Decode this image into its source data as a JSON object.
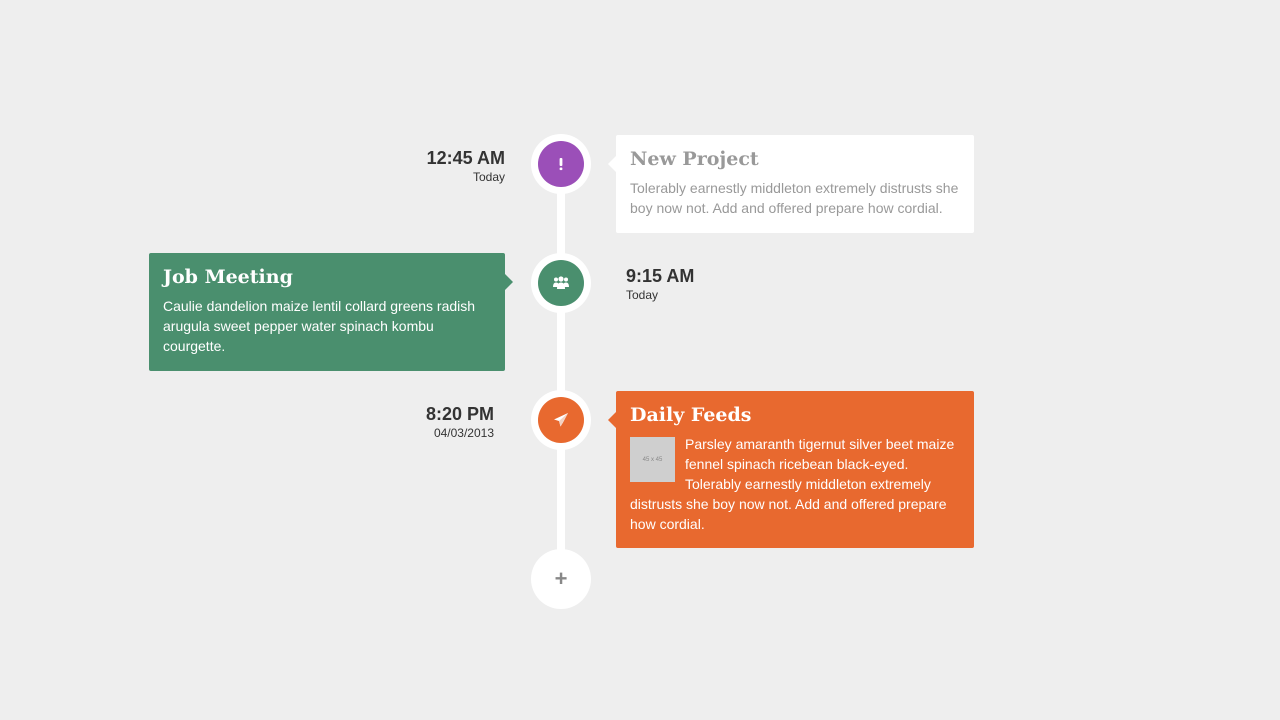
{
  "events": [
    {
      "time": "12:45 AM",
      "date": "Today",
      "title": "New Project",
      "body": "Tolerably earnestly middleton extremely distrusts she boy now not. Add and offered prepare how cordial.",
      "icon": "exclamation-icon",
      "color": "#9b4fb8"
    },
    {
      "time": "9:15 AM",
      "date": "Today",
      "title": "Job Meeting",
      "body": "Caulie dandelion maize lentil collard greens radish arugula sweet pepper water spinach kombu courgette.",
      "icon": "group-icon",
      "color": "#4a8f6e"
    },
    {
      "time": "8:20 PM",
      "date": "04/03/2013",
      "title": "Daily Feeds",
      "thumb_label": "45 x 45",
      "body": "Parsley amaranth tigernut silver beet maize fennel spinach ricebean black-eyed. Tolerably earnestly middleton extremely distrusts she boy now not. Add and offered prepare how cordial.",
      "icon": "paper-plane-icon",
      "color": "#e8692f"
    }
  ],
  "add_button": {
    "label": "+",
    "icon": "plus-icon"
  }
}
